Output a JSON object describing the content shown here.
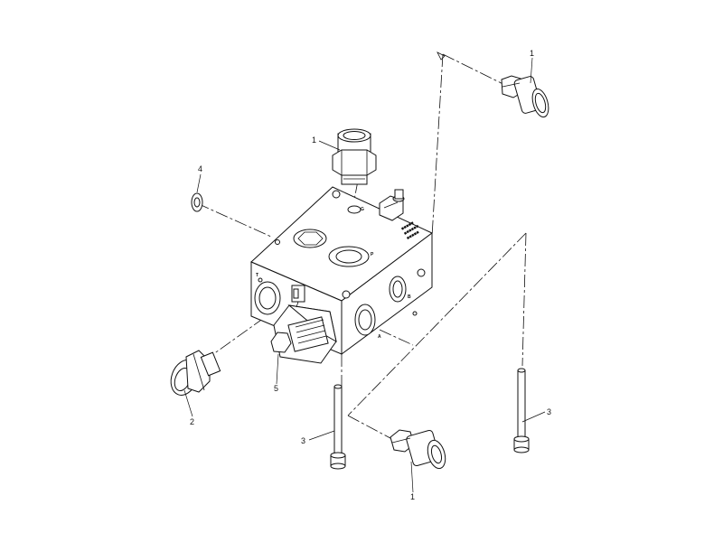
{
  "callouts": {
    "c1_top_right": "1",
    "c1_top": "1",
    "c1_bottom": "1",
    "c2": "2",
    "c3_left": "3",
    "c3_right": "3",
    "c4": "4",
    "c5": "5"
  },
  "block_marks": {
    "port_t": "T",
    "port_p": "P",
    "port_b": "B",
    "port_a": "A",
    "face_g": "G"
  },
  "nameplate_lines": [
    "■■■■■",
    "■■■■■■",
    "■■■■■"
  ],
  "colors": {
    "line": "#111111",
    "background": "#ffffff"
  },
  "icons": {
    "fitting": "hex-adapter-fitting-icon",
    "bolt": "socket-head-cap-screw-icon",
    "washer": "flat-washer-icon",
    "solenoid": "solenoid-coil-icon",
    "block": "valve-manifold-block-icon"
  }
}
